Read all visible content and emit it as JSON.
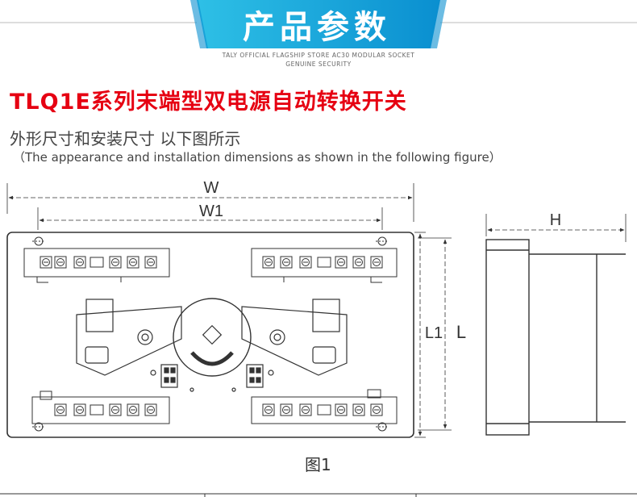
{
  "banner": {
    "title": "产品参数",
    "subtitle_line1": "TALY OFFICIAL FLAGSHIP STORE AC30 MODULAR SOCKET",
    "subtitle_line2": "GENUINE SECURITY",
    "colors": {
      "gradient_start": "#2ec0e6",
      "gradient_end": "#0a8fd0",
      "rule": "#bbbbbb"
    }
  },
  "product_title": "TLQ1E系列末端型双电源自动转换开关",
  "subtitle_cn": "外形尺寸和安装尺寸 以下图所示",
  "subtitle_en": "（The appearance and installation dimensions as shown in the following figure）",
  "drawing": {
    "labels": {
      "w": "W",
      "w1": "W1",
      "h": "H",
      "l1": "L1",
      "l": "L"
    }
  },
  "figure_caption": "图1",
  "colors": {
    "title_red": "#e60012",
    "line": "#333333"
  }
}
